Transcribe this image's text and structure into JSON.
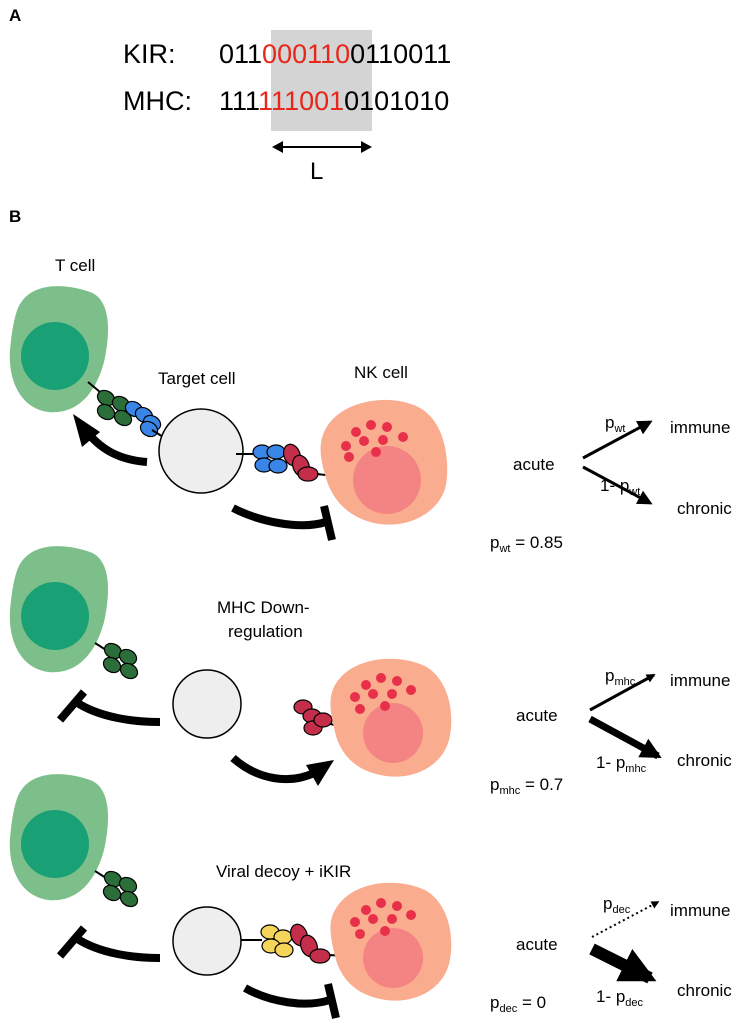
{
  "panel_a": {
    "letter": "A",
    "kir_label": "KIR:",
    "mhc_label": "MHC:",
    "kir_pre": "011",
    "kir_mid": "000110",
    "kir_post": "0110011",
    "mhc_pre": "111",
    "mhc_mid": "111001",
    "mhc_post": "0101010",
    "length_label": "L"
  },
  "panel_b": {
    "letter": "B",
    "t_cell_label": "T cell",
    "target_cell_label": "Target cell",
    "nk_cell_label": "NK cell",
    "row1": {
      "start": "acute",
      "upper_p": "p",
      "upper_sub": "wt",
      "upper_outcome": "immune",
      "lower_prefix": "1- p",
      "lower_sub": "wt",
      "lower_outcome": "chronic",
      "value_p": "p",
      "value_sub": "wt",
      "value_text": " = 0.85"
    },
    "row2": {
      "title_line1": "MHC Down-",
      "title_line2": "regulation",
      "start": "acute",
      "upper_p": "p",
      "upper_sub": "mhc",
      "upper_outcome": "immune",
      "lower_prefix": "1- p",
      "lower_sub": "mhc",
      "lower_outcome": "chronic",
      "value_p": "p",
      "value_sub": "mhc",
      "value_text": " = 0.7"
    },
    "row3": {
      "title": "Viral decoy + iKIR",
      "start": "acute",
      "upper_p": "p",
      "upper_sub": "dec",
      "upper_outcome": "immune",
      "lower_prefix": "1- p",
      "lower_sub": "dec",
      "lower_outcome": "chronic",
      "value_p": "p",
      "value_sub": "dec",
      "value_text": " = 0"
    }
  },
  "colors": {
    "highlight_text": "#e8271a",
    "highlight_box": "#d4d4d4",
    "t_cell_body": "#7dbf8a",
    "t_cell_nucleus": "#1aa075",
    "nk_cell_body": "#f9ad8e",
    "nk_cell_nucleus": "#f48484",
    "nk_granule": "#e8304a",
    "target_cell": "#eeeeee",
    "tcr_green": "#2c6e3a",
    "mhc_blue": "#3a86e8",
    "kir_red": "#c42e4a",
    "decoy_yellow": "#f4d55a"
  }
}
